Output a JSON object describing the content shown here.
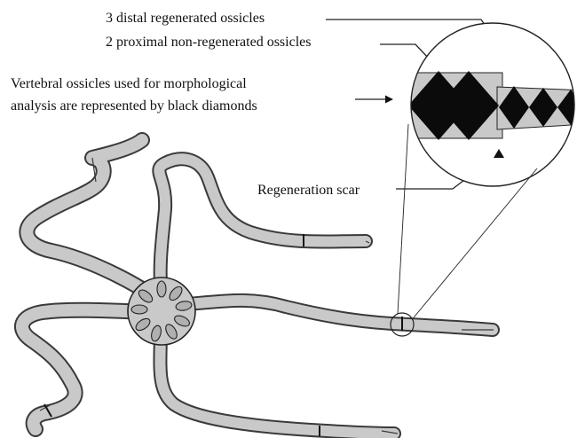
{
  "labels": {
    "distal": "3 distal regenerated ossicles",
    "proximal": "2 proximal non-regenerated ossicles",
    "vertebral_line1": "Vertebral ossicles used for morphological",
    "vertebral_line2": "analysis are represented by black diamonds",
    "scar": "Regeneration scar"
  },
  "colors": {
    "arm_fill": "#c9c9c9",
    "arm_outline": "#3a3a3a",
    "diamond": "#0b0b0b",
    "background": "#ffffff"
  }
}
